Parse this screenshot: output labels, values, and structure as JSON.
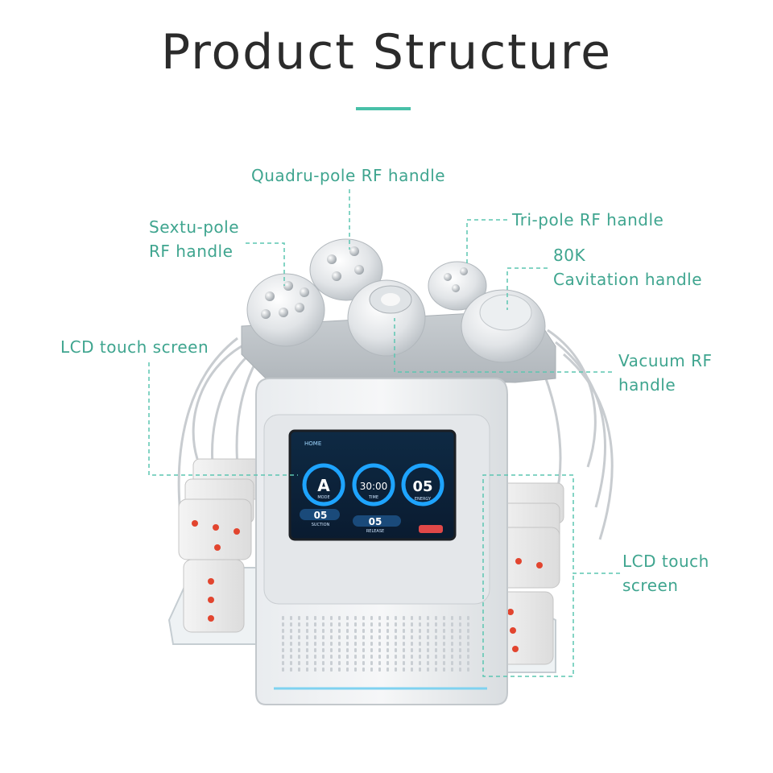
{
  "title": "Product Structure",
  "accent_color": "#48c0a8",
  "label_color": "#3fa58f",
  "labels": {
    "quadru_pole": "Quadru-pole RF handle",
    "sextu_pole_line1": "Sextu-pole",
    "sextu_pole_line2": "RF handle",
    "tri_pole": "Tri-pole RF handle",
    "cavitation_line1": "80K",
    "cavitation_line2": "Cavitation handle",
    "lcd_left": "LCD  touch screen",
    "vacuum_line1": "Vacuum RF",
    "vacuum_line2": "handle",
    "lcd_right_line1": "LCD  touch",
    "lcd_right_line2": "screen"
  },
  "screen": {
    "home": "HOME",
    "mode_value": "A",
    "mode_label": "MODE",
    "time_value": "30:00",
    "time_label": "TIME",
    "energy_value": "05",
    "energy_label": "ENERGY",
    "suction_value": "05",
    "suction_label": "SUCTION",
    "release_value": "05",
    "release_label": "RELEASE"
  }
}
